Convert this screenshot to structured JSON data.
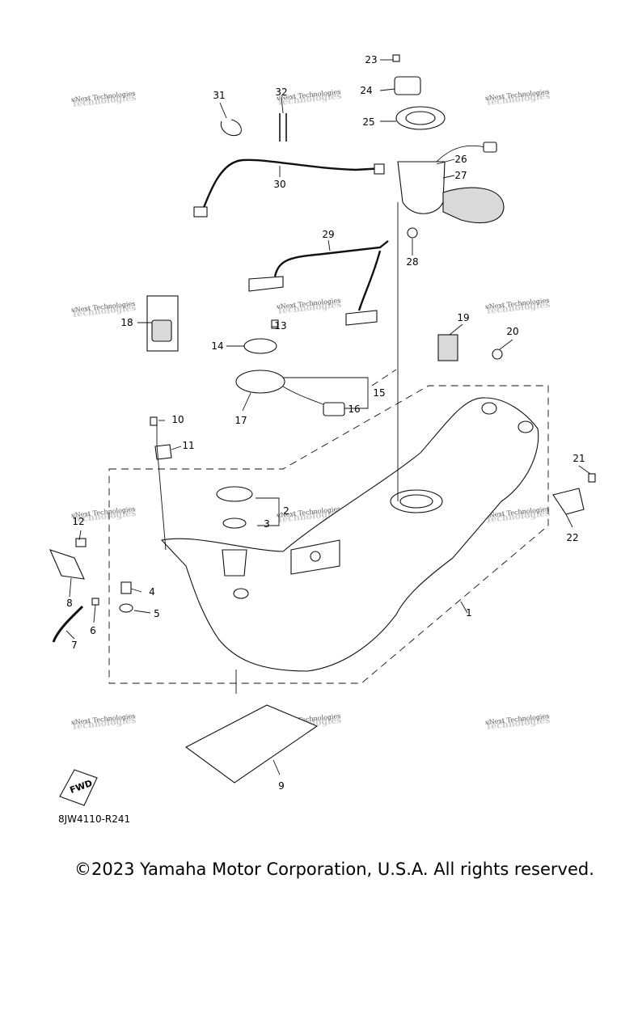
{
  "diagram": {
    "callouts": [
      "1",
      "2",
      "3",
      "4",
      "5",
      "6",
      "7",
      "8",
      "9",
      "10",
      "11",
      "12",
      "13",
      "14",
      "15",
      "16",
      "17",
      "18",
      "19",
      "20",
      "21",
      "22",
      "23",
      "24",
      "25",
      "26",
      "27",
      "28",
      "29",
      "30",
      "31",
      "32"
    ],
    "watermark": {
      "line1": "vNext Technologies",
      "line2": "Technologies"
    },
    "fwd_label": "FWD"
  },
  "footer": {
    "drawing_code": "8JW4110-R241",
    "copyright": "©2023 Yamaha Motor Corporation, U.S.A. All rights reserved."
  }
}
